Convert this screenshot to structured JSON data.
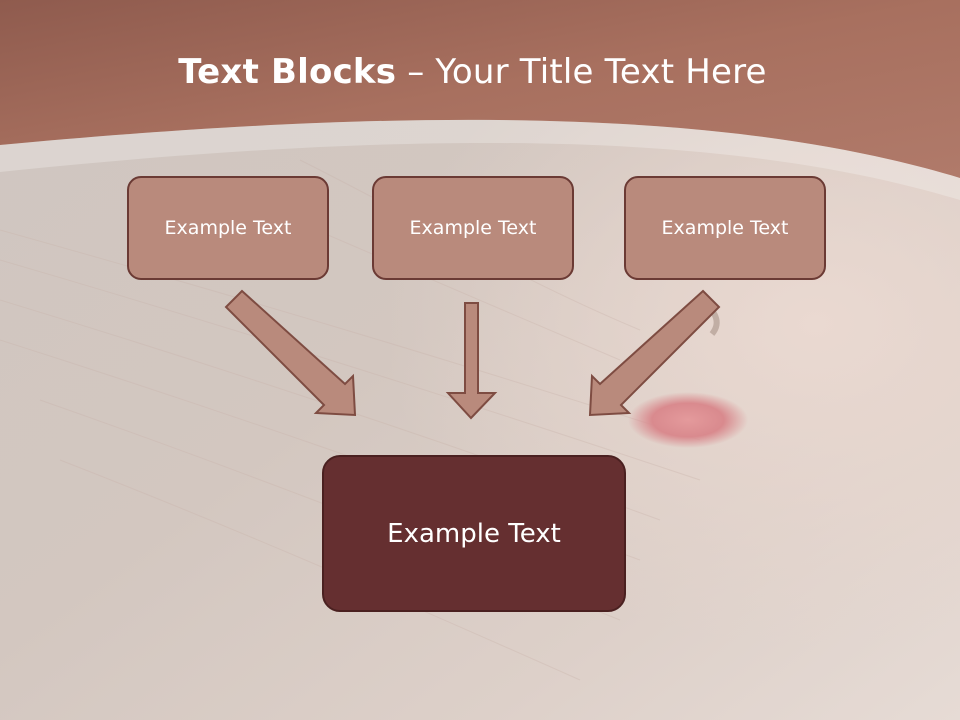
{
  "slide": {
    "title_bold": "Text Blocks",
    "title_separator": " – ",
    "title_rest": "Your Title Text Here",
    "colors": {
      "title_band": "#a0685a",
      "box_fill": "#b98a7c",
      "box_border": "#6b3a34",
      "main_box_fill": "#652f30",
      "arrow_fill": "#b98a7c",
      "text": "#ffffff"
    }
  },
  "diagram": {
    "top_boxes": [
      {
        "label": "Example Text"
      },
      {
        "label": "Example Text"
      },
      {
        "label": "Example Text"
      }
    ],
    "main_box": {
      "label": "Example Text"
    },
    "arrows": [
      {
        "from": "top_boxes.0",
        "to": "main_box"
      },
      {
        "from": "top_boxes.1",
        "to": "main_box"
      },
      {
        "from": "top_boxes.2",
        "to": "main_box"
      }
    ]
  }
}
